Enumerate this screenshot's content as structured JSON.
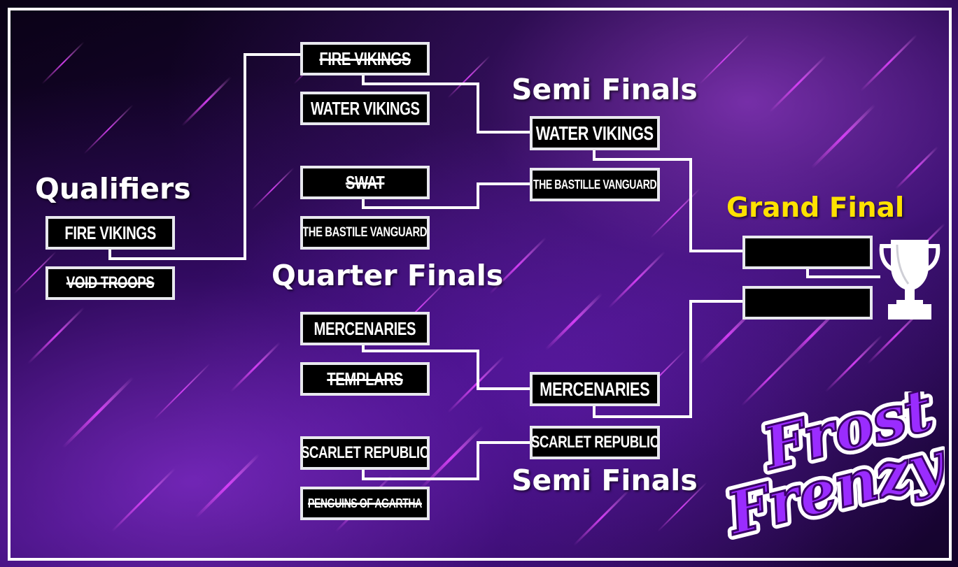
{
  "labels": {
    "qualifiers": "Qualifiers",
    "quarter_finals": "Quarter Finals",
    "semi_finals_top": "Semi Finals",
    "semi_finals_bottom": "Semi Finals",
    "grand_final": "Grand Final"
  },
  "qualifiers": [
    {
      "name": "FIRE VIKINGS",
      "eliminated": false
    },
    {
      "name": "VOID TROOPS",
      "eliminated": true
    }
  ],
  "quarter_finals": [
    {
      "name": "FIRE VIKINGS",
      "eliminated": true
    },
    {
      "name": "WATER VIKINGS",
      "eliminated": false
    },
    {
      "name": "SWAT",
      "eliminated": true
    },
    {
      "name": "THE BASTILE VANGUARD",
      "eliminated": false
    },
    {
      "name": "MERCENARIES",
      "eliminated": false
    },
    {
      "name": "TEMPLARS",
      "eliminated": true
    },
    {
      "name": "SCARLET REPUBLIC",
      "eliminated": false
    },
    {
      "name": "PENGUINS OF AGARTHA",
      "eliminated": true
    }
  ],
  "semi_finals": [
    {
      "name": "WATER VIKINGS"
    },
    {
      "name": "THE BASTILLE VANGUARD"
    },
    {
      "name": "MERCENARIES"
    },
    {
      "name": "SCARLET REPUBLIC"
    }
  ],
  "grand_final": [
    {
      "name": ""
    },
    {
      "name": ""
    }
  ],
  "logo": {
    "line1": "Frost",
    "line2": "Frenzy"
  },
  "icons": {
    "trophy": "trophy-icon"
  },
  "colors": {
    "accent": "#b040ff",
    "gold": "#ffe100",
    "box_border": "#e8e8ee"
  }
}
